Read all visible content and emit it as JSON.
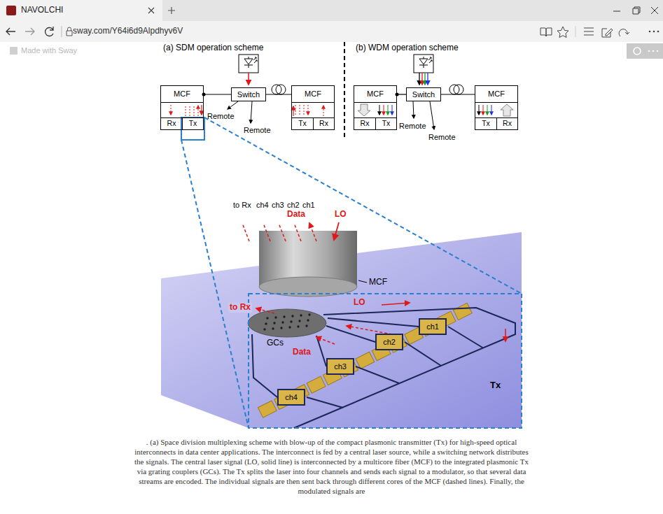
{
  "diagram": {
    "caption": ". (a) Space division multiplexing scheme with blow-up of the compact plasmonic transmitter (Tx) for high-speed optical interconnects in data center applications. The interconnect is fed by a central laser source, while a switching network distributes the signals. The central laser signal (LO, solid line) is interconnected by a multicore fiber (MCF) to the integrated plasmonic Tx via grating couplers (GCs). The Tx splits the laser into four channels and sends each signal to a modulator, so that several data streams are encoded. The individual signals are then sent back through different cores of the MCF (dashed lines). Finally, the modulated signals are",
    "nodes": [
      {
        "text": [
          "MCF"
        ]
      },
      {
        "text": [
          "Rx"
        ],
        "in": 0
      },
      {
        "text": [
          "Tx"
        ],
        "in": 0
      },
      {
        "text": [
          "Switch"
        ]
      },
      {
        "text": [
          "MCF"
        ]
      },
      {
        "text": [
          "Tx"
        ],
        "in": 4
      },
      {
        "text": [
          "Rx"
        ],
        "in": 4
      },
      {
        "text": [
          "MCF"
        ]
      },
      {
        "text": [
          "Rx"
        ],
        "in": 7
      },
      {
        "text": [
          "Tx"
        ],
        "in": 7
      },
      {
        "text": [
          "Switch"
        ]
      },
      {
        "text": [
          "MCF"
        ]
      },
      {
        "text": [
          "Tx"
        ],
        "in": 11
      },
      {
        "text": [
          "Rx"
        ],
        "in": 11
      },
      {
        "text": [
          "ch1"
        ]
      },
      {
        "text": [
          "ch2"
        ]
      },
      {
        "text": [
          "ch3"
        ]
      },
      {
        "text": [
          "ch4"
        ]
      }
    ],
    "edges": [
      {
        "from": 0,
        "to": 3,
        "arrow": "none"
      },
      {
        "from": 3,
        "to": 4,
        "arrow": "none"
      },
      {
        "from": 7,
        "to": 10,
        "arrow": "none"
      },
      {
        "from": 10,
        "to": 11,
        "arrow": "none"
      }
    ],
    "labels": [
      "NAVOLCHI",
      "sway.com/Y64i6d9Alpdhyv6V",
      "Made with Sway",
      "(a) SDM operation scheme",
      "(b) WDM operation scheme",
      "Remote",
      "Remote",
      "Remote",
      "Remote",
      "to Rx",
      "ch4",
      "ch3",
      "ch2",
      "ch1",
      "Data",
      "LO",
      "MCF",
      "to Rx",
      "LO",
      "GCs",
      "Data",
      "Tx"
    ]
  }
}
